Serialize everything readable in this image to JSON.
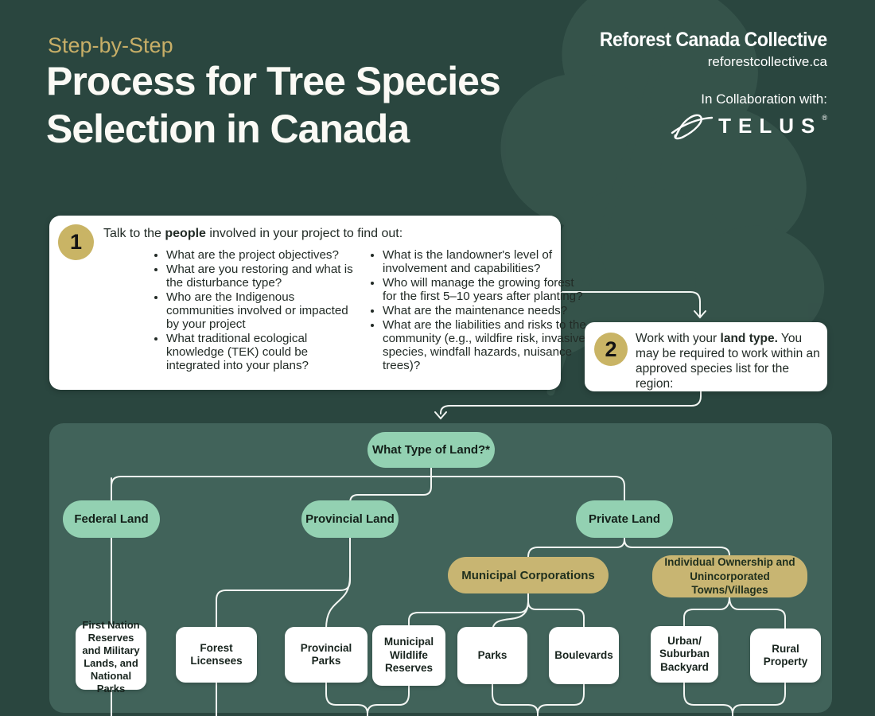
{
  "page": {
    "eyebrow": "Step-by-Step",
    "title": "Process for Tree Species Selection in Canada"
  },
  "brand": {
    "org": "Reforest Canada Collective",
    "website": "reforestcollective.ca",
    "collab_label": "In Collaboration with:",
    "partner": "TELUS",
    "partner_reg": "®"
  },
  "steps": [
    {
      "number": "1",
      "intro_pre": "Talk to the ",
      "intro_bold": "people",
      "intro_post": " involved in your project to find out:",
      "bullets_left": [
        "What are the project objectives?",
        "What are you restoring and what is the disturbance type?",
        "Who are the Indigenous communities involved or impacted by your project",
        "What traditional ecological knowledge (TEK) could be integrated into your plans?"
      ],
      "bullets_right": [
        "What is the landowner's level of involvement and capabilities?",
        "Who will manage the growing forest for the first 5–10 years after planting?",
        "What are the maintenance needs?",
        "What are the liabilities and risks to the community (e.g., wildfire risk, invasive species, windfall hazards, nuisance trees)?"
      ]
    },
    {
      "number": "2",
      "intro_pre": "Work with your ",
      "intro_bold": "land type.",
      "intro_post": " You may be required to work within an approved species list for the region:"
    }
  ],
  "flowchart": {
    "root": "What Type of Land?*",
    "federal": "Federal Land",
    "provincial": "Provincial Land",
    "private": "Private Land",
    "municipal": "Municipal Corporations",
    "individual": "Individual Ownership and Unincorporated Towns/Villages",
    "first_nation": "First Nation Reserves and Military Lands, and National Parks",
    "forest_licensees": "Forest Licensees",
    "provincial_parks": "Provincial Parks",
    "municipal_wildlife": "Municipal Wildlife Reserves",
    "parks": "Parks",
    "boulevards": "Boulevards",
    "urban": "Urban/ Suburban Backyard",
    "rural": "Rural Property"
  },
  "colors": {
    "bg": "#2a463f",
    "panel": "#41635a",
    "mint": "#93d1b2",
    "gold": "#c8b572",
    "badge-gold": "#c9b465",
    "eyebrow-gold": "#c7ae67",
    "card": "#ffffff",
    "line": "#f3f6f3",
    "ink": "#222b26",
    "title": "#fbfaf5",
    "watermark": "#5e8173"
  }
}
